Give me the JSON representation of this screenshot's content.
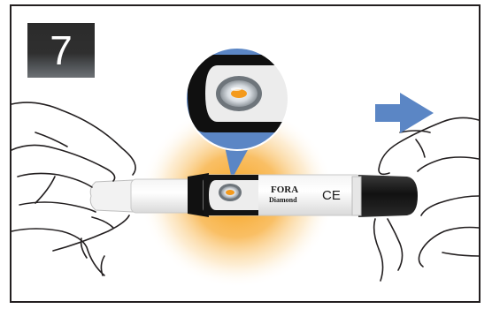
{
  "step": {
    "number": "7"
  },
  "device": {
    "brand_line1": "FORA",
    "brand_line2": "Diamond",
    "mark": "CE"
  },
  "icons": {
    "direction": "arrow-right-icon"
  },
  "colors": {
    "glow": "#f7a21c",
    "arrow": "#5b86c5",
    "zoom_bg": "#5b86c5",
    "frame": "#231f20",
    "badge": "#2f2f2f"
  }
}
